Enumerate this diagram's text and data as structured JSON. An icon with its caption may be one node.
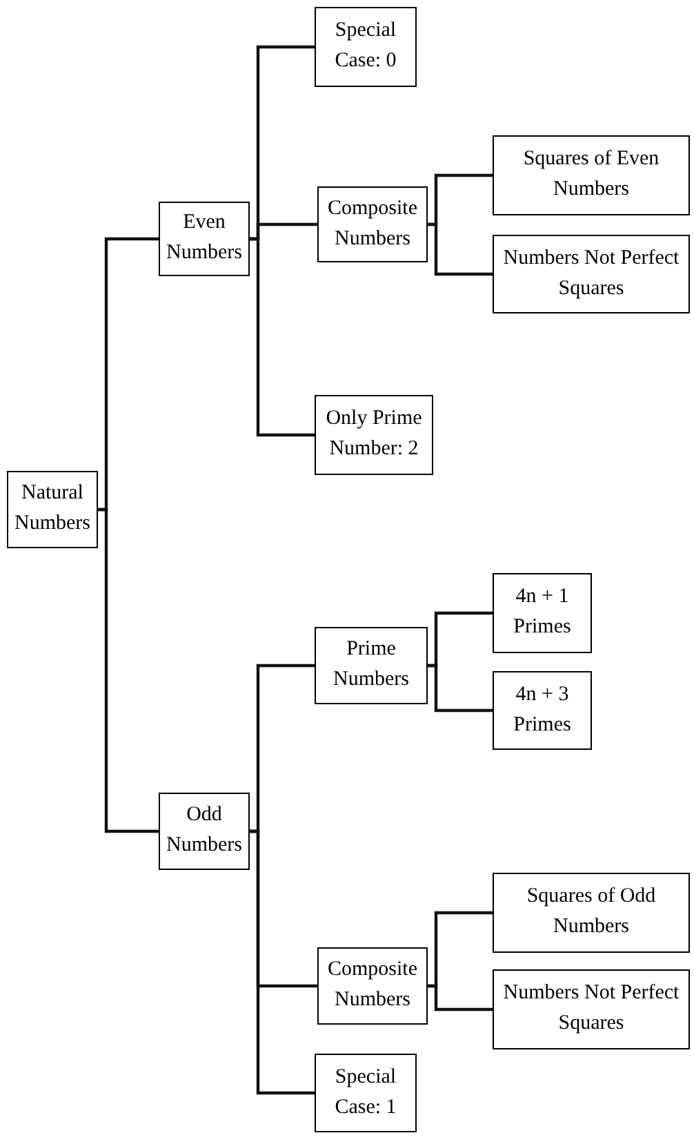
{
  "diagram": {
    "nodes": [
      {
        "text": [
          "Natural Numbers"
        ]
      },
      {
        "text": [
          "Even Numbers"
        ]
      },
      {
        "text": [
          "Special Case: 0"
        ]
      },
      {
        "text": [
          "Composite Numbers"
        ]
      },
      {
        "text": [
          "Squares of Even Numbers"
        ]
      },
      {
        "text": [
          "Numbers Not Perfect Squares"
        ]
      },
      {
        "text": [
          "Only Prime Number: 2"
        ]
      },
      {
        "text": [
          "Odd Numbers"
        ]
      },
      {
        "text": [
          "Prime Numbers"
        ]
      },
      {
        "text": [
          "4n + 1 Primes"
        ]
      },
      {
        "text": [
          "4n + 3 Primes"
        ]
      },
      {
        "text": [
          "Composite Numbers"
        ]
      },
      {
        "text": [
          "Squares of Odd Numbers"
        ]
      },
      {
        "text": [
          "Numbers Not Perfect Squares"
        ]
      },
      {
        "text": [
          "Special Case: 1"
        ]
      }
    ],
    "edges": [
      {
        "from": 0,
        "to": 1,
        "arrow": "none"
      },
      {
        "from": 0,
        "to": 7,
        "arrow": "none"
      },
      {
        "from": 1,
        "to": 2,
        "arrow": "none"
      },
      {
        "from": 1,
        "to": 3,
        "arrow": "none"
      },
      {
        "from": 1,
        "to": 6,
        "arrow": "none"
      },
      {
        "from": 3,
        "to": 4,
        "arrow": "none"
      },
      {
        "from": 3,
        "to": 5,
        "arrow": "none"
      },
      {
        "from": 7,
        "to": 8,
        "arrow": "none"
      },
      {
        "from": 7,
        "to": 11,
        "arrow": "none"
      },
      {
        "from": 7,
        "to": 14,
        "arrow": "none"
      },
      {
        "from": 8,
        "to": 9,
        "arrow": "none"
      },
      {
        "from": 8,
        "to": 10,
        "arrow": "none"
      },
      {
        "from": 11,
        "to": 12,
        "arrow": "none"
      },
      {
        "from": 11,
        "to": 13,
        "arrow": "none"
      }
    ]
  }
}
